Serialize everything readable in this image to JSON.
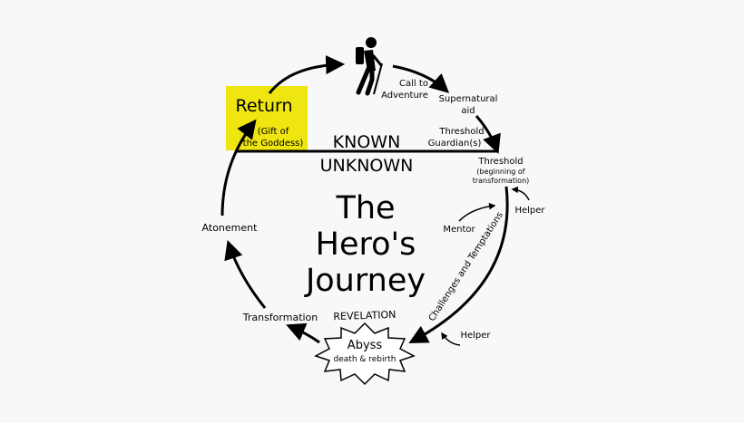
{
  "title": {
    "line1": "The",
    "line2": "Hero's",
    "line3": "Journey"
  },
  "realms": {
    "known": "KNOWN",
    "unknown": "UNKNOWN"
  },
  "return_box": {
    "title": "Return",
    "sub1": "(Gift of",
    "sub2": "the Goddess)",
    "color": "#eee511"
  },
  "stages": {
    "call1": "Call to",
    "call2": "Adventure",
    "aid1": "Supernatural",
    "aid2": "aid",
    "guard1": "Threshold",
    "guard2": "Guardian(s)",
    "threshold": "Threshold",
    "thr_sub1": "(beginning of",
    "thr_sub2": "transformation)",
    "helper_top": "Helper",
    "mentor": "Mentor",
    "challenges": "Challenges and Temptations",
    "helper_bottom": "Helper",
    "revelation": "REVELATION",
    "abyss": "Abyss",
    "abyss_sub": "death & rebirth",
    "transformation": "Transformation",
    "atonement": "Atonement"
  },
  "icons": {
    "hero": "hiker-icon"
  }
}
